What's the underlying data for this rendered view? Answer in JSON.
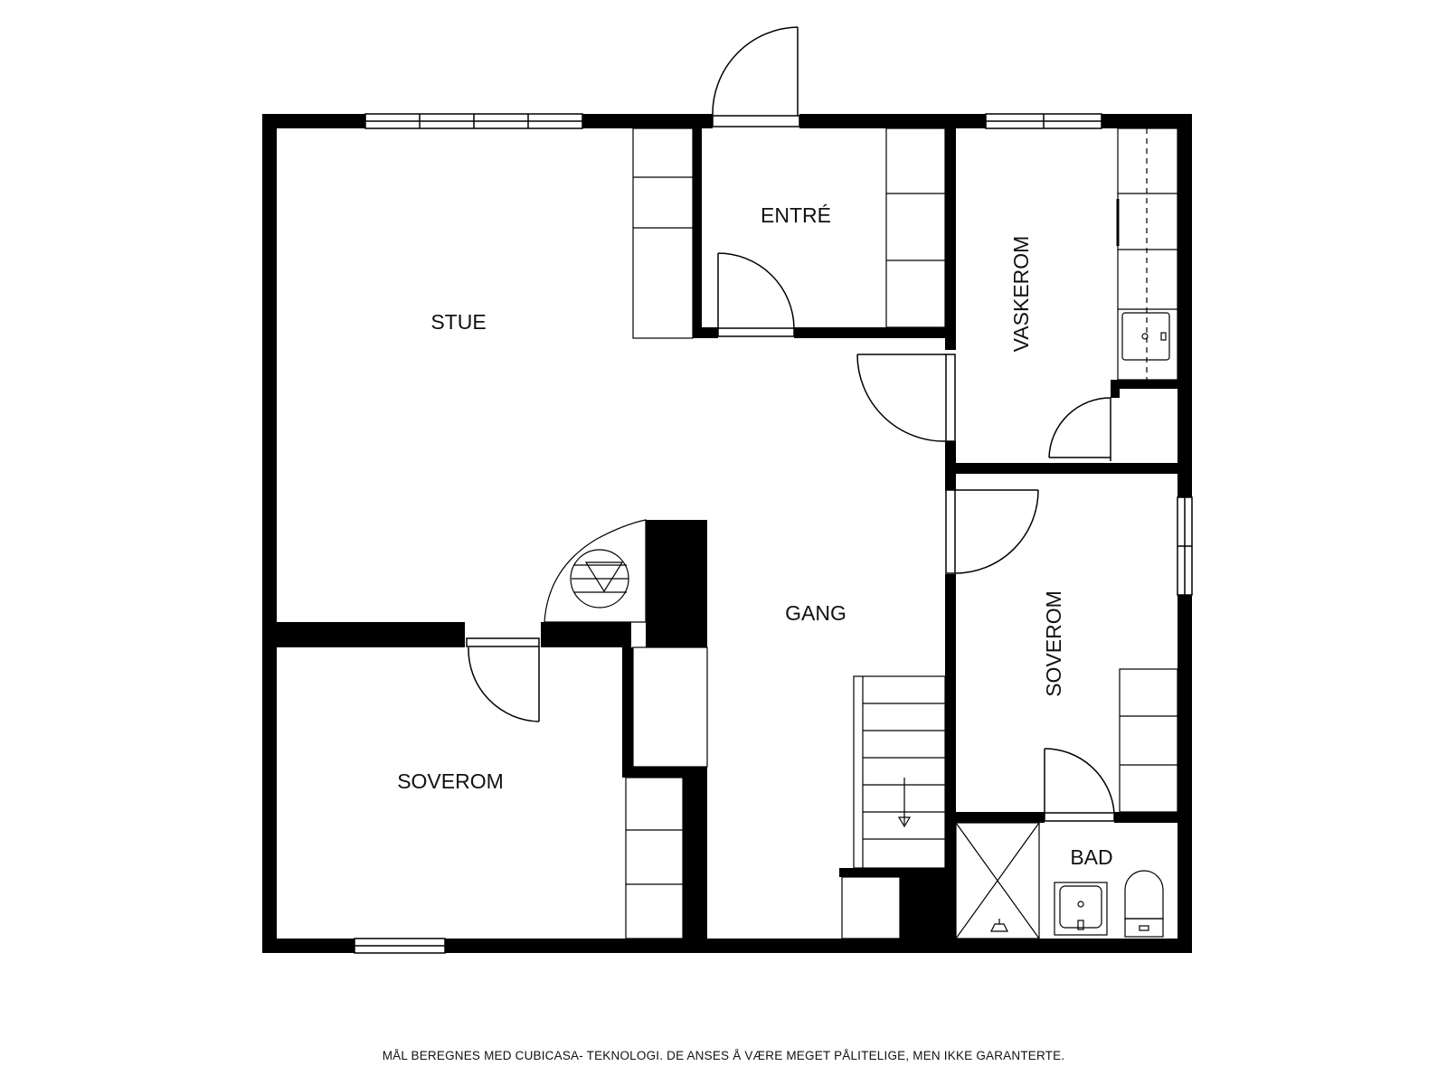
{
  "rooms": {
    "stue": "STUE",
    "entre": "ENTRÉ",
    "vaskerom": "VASKEROM",
    "gang": "GANG",
    "soverom_left": "SOVEROM",
    "soverom_right": "SOVEROM",
    "bad": "BAD"
  },
  "footer": {
    "disclaimer": "MÅL BEREGNES MED CUBICASA- TEKNOLOGI. DE ANSES Å VÆRE MEGET PÅLITELIGE, MEN IKKE GARANTERTE."
  },
  "colors": {
    "wall": "#000000",
    "line": "#000000",
    "background": "#ffffff"
  }
}
